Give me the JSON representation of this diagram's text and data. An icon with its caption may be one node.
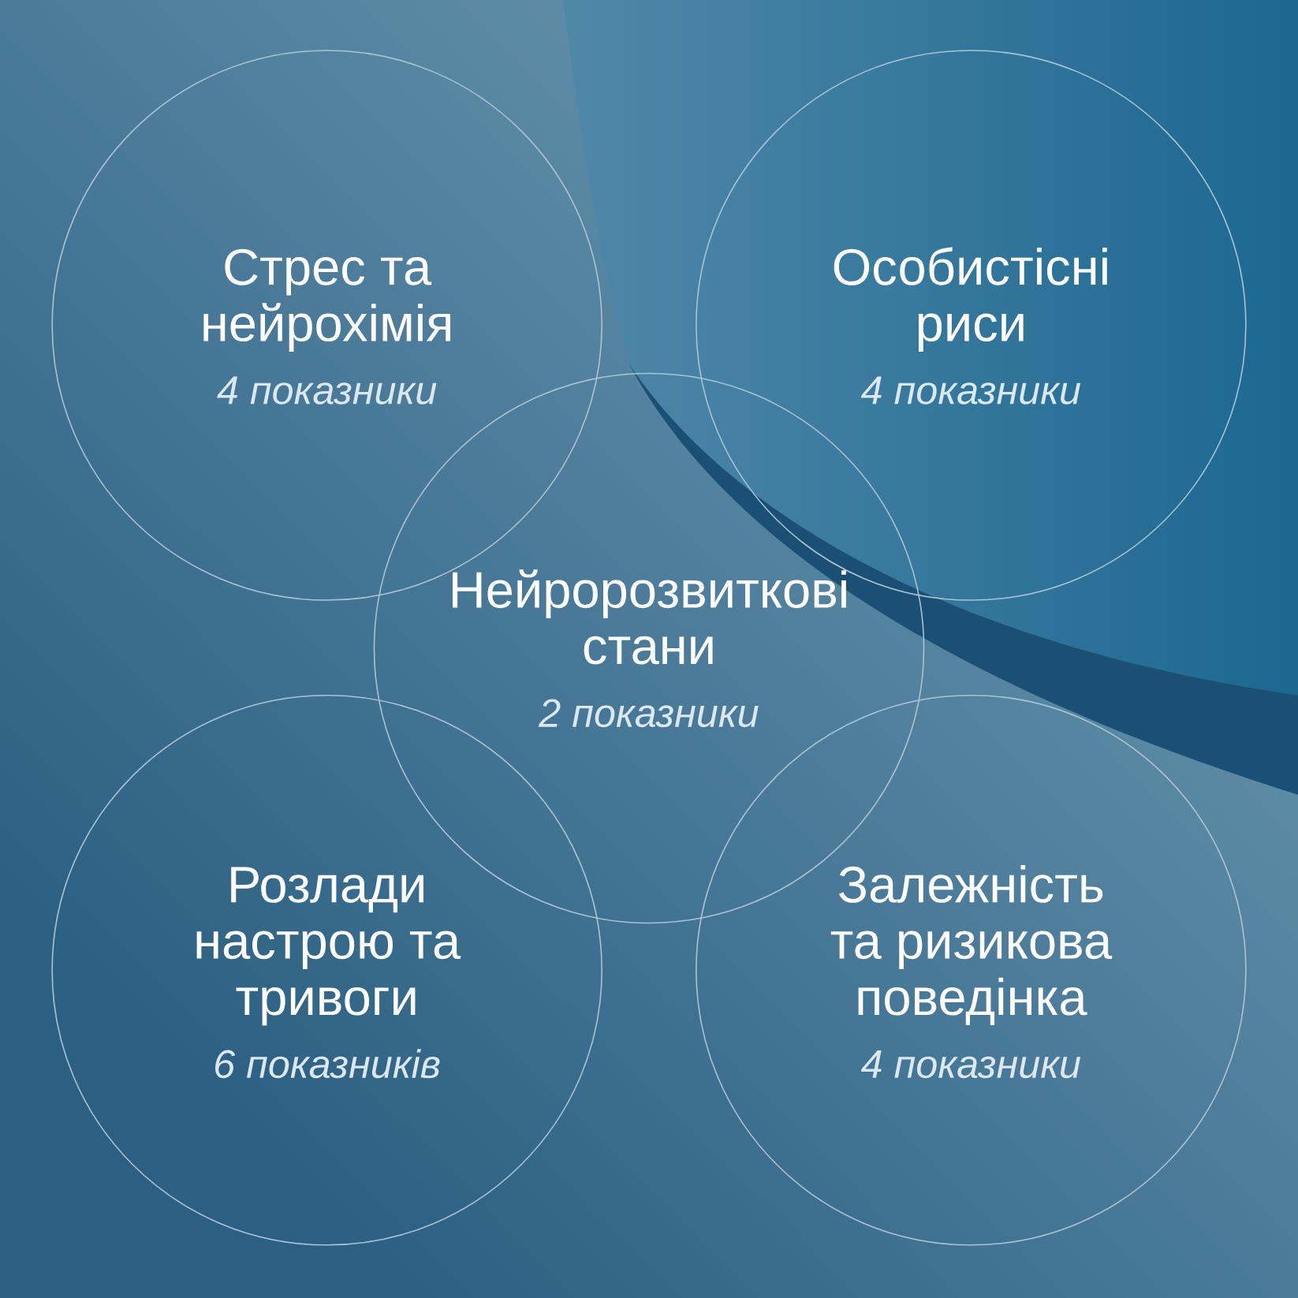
{
  "diagram": {
    "nodes": [
      {
        "text": [
          "Стрес та нейрохімія",
          "4 показники"
        ]
      },
      {
        "text": [
          "Особистісні риси",
          "4 показники"
        ]
      },
      {
        "text": [
          "Нейророзвиткові стани",
          "2 показники"
        ]
      },
      {
        "text": [
          "Розлади настрою та тривоги",
          "6 показників"
        ]
      },
      {
        "text": [
          "Залежність та ризикова поведінка",
          "4 показники"
        ]
      }
    ]
  }
}
